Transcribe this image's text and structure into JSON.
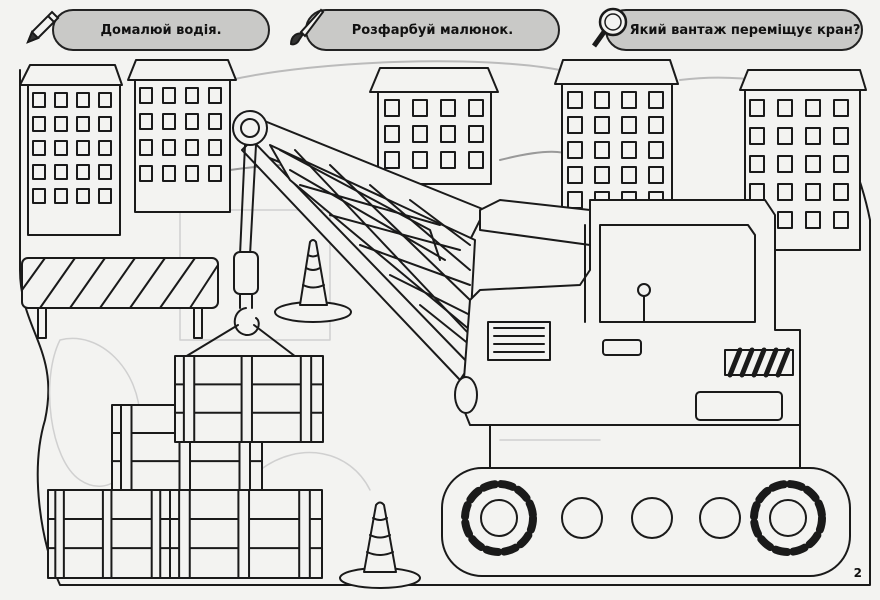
{
  "tasks": {
    "task1": "Домалюй водія.",
    "task2": "Розфарбуй малюнок.",
    "task3": "Який вантаж переміщує кран?"
  },
  "icons": {
    "task1": "pencil-icon",
    "task2": "paintbrush-icon",
    "task3": "magnifier-icon"
  },
  "page_number": "2"
}
